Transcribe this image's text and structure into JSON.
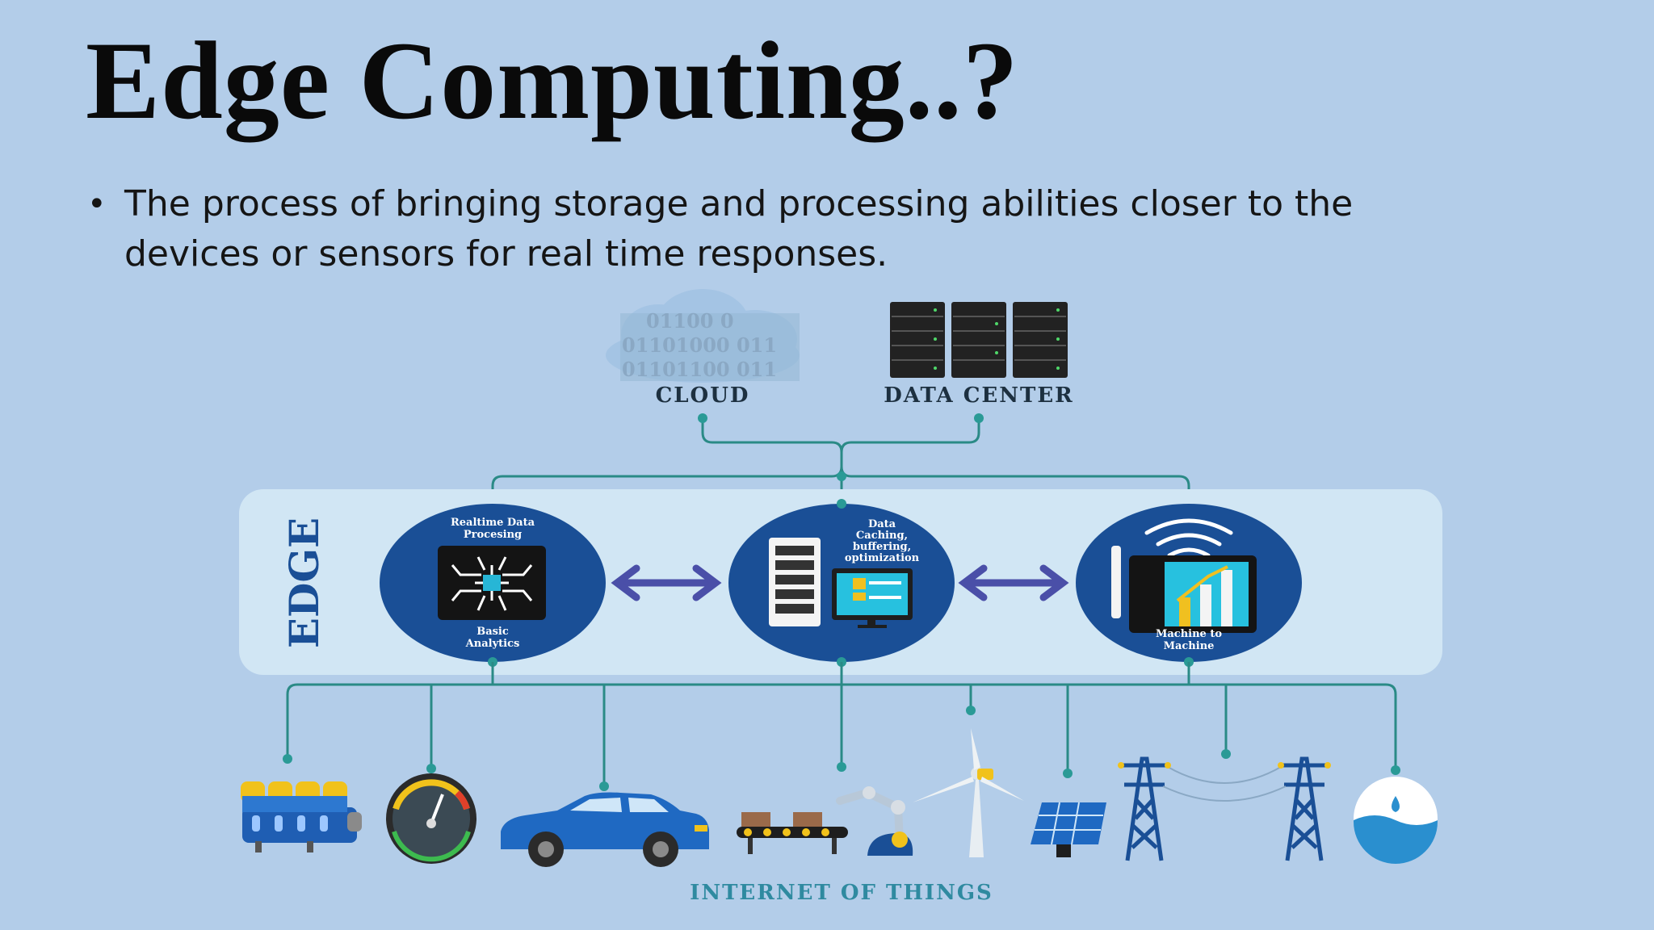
{
  "slide": {
    "title": "Edge Computing..?",
    "bullet": "The process of bringing storage and processing abilities closer to the devices or sensors for real time responses."
  },
  "diagram": {
    "cloud_label": "CLOUD",
    "cloud_binary": [
      "01100 0",
      "01101000 011",
      "01101100 011"
    ],
    "datacenter_label": "DATA CENTER",
    "edge_label": "EDGE",
    "node1_top": [
      "Realtime Data",
      "Procesing"
    ],
    "node1_bottom": [
      "Basic",
      "Analytics"
    ],
    "node2_label": [
      "Data",
      "Caching,",
      "buffering,",
      "optimization"
    ],
    "node3_label": [
      "Machine to",
      "Machine"
    ],
    "iot_label": "INTERNET OF THINGS"
  },
  "colors": {
    "background": "#b3cde9",
    "node_blue": "#1a4f96",
    "panel": "#d1e6f4",
    "connector": "#2a8a86",
    "label_dark": "#1d3040",
    "iot_label": "#2f8aa0"
  }
}
